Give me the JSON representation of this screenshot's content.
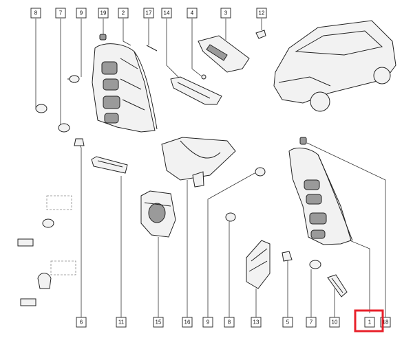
{
  "diagram": {
    "callouts_top": [
      "8",
      "7",
      "9",
      "19",
      "2",
      "17",
      "14",
      "4",
      "3",
      "12"
    ],
    "callouts_bottom": [
      "6",
      "11",
      "15",
      "16",
      "9",
      "8",
      "13",
      "5",
      "7",
      "10",
      "1",
      "18"
    ],
    "highlighted_callout": "1",
    "colors": {
      "highlight": "#e8202a",
      "line": "#333333"
    }
  }
}
